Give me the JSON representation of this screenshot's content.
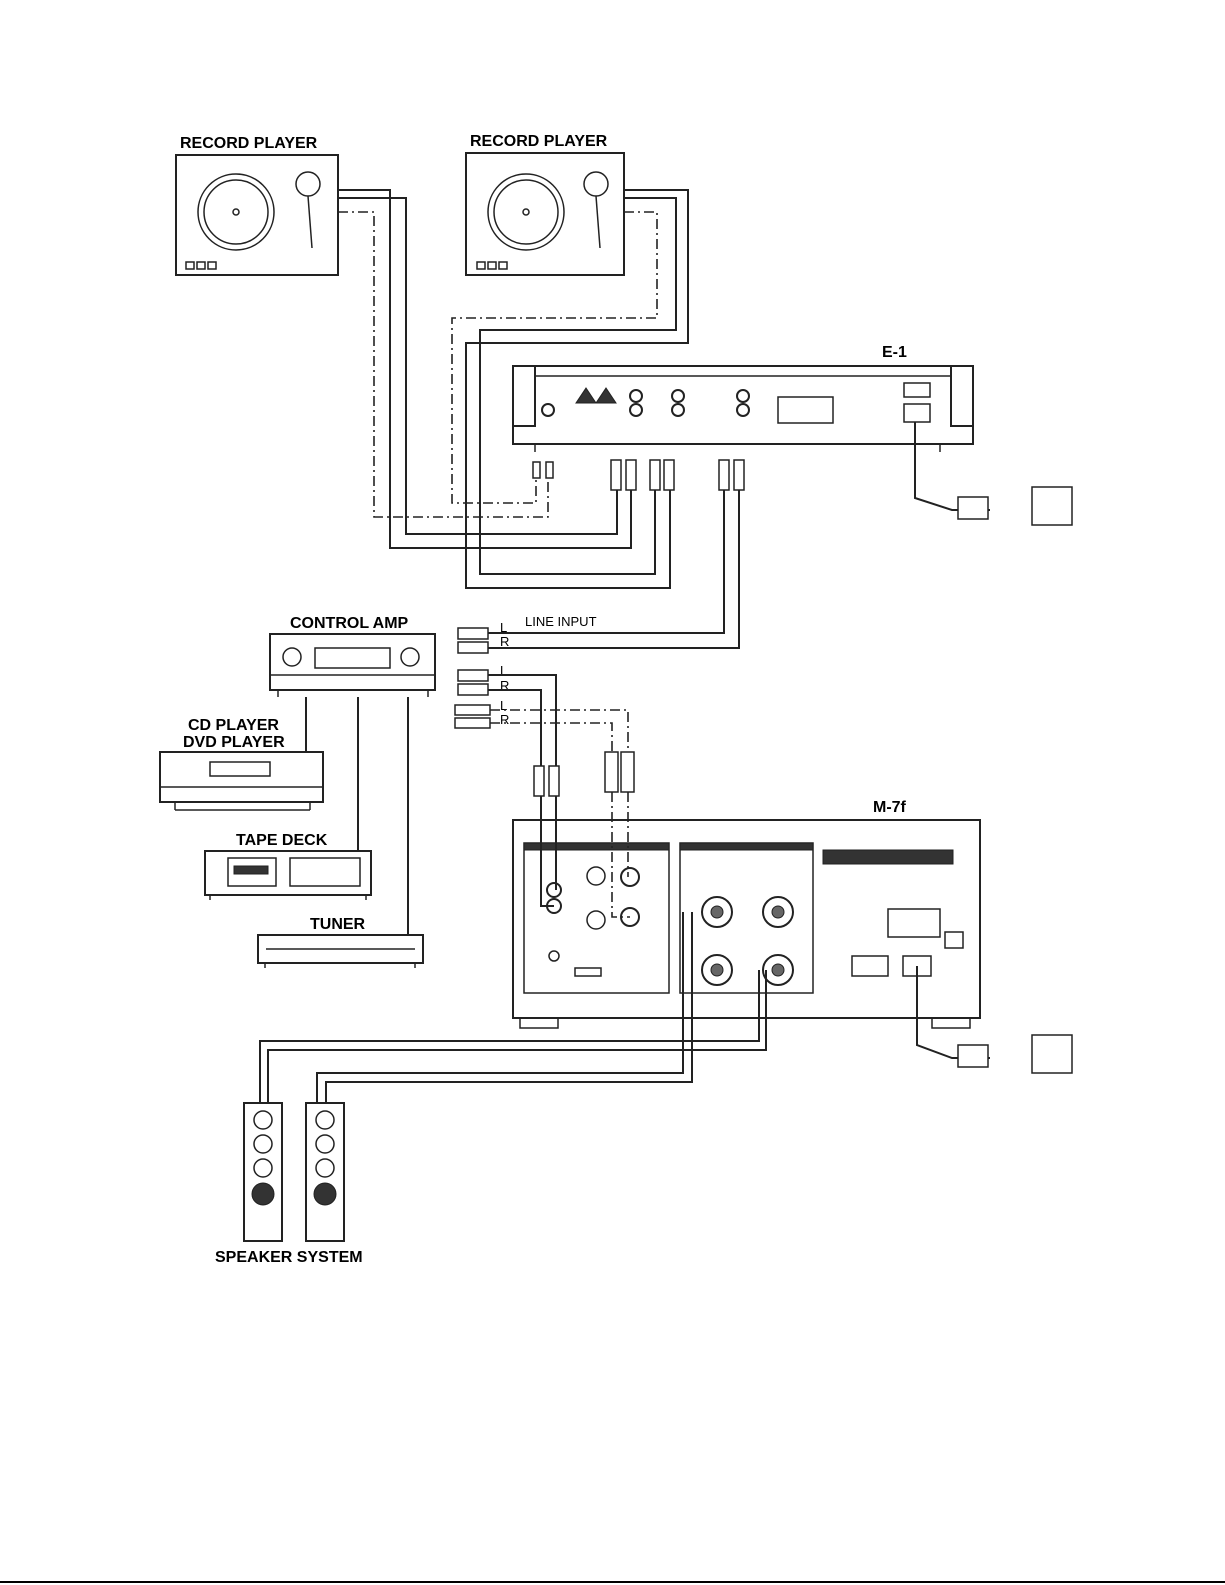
{
  "labels": {
    "record_player_1": "RECORD PLAYER",
    "record_player_2": "RECORD PLAYER",
    "e1": "E-1",
    "control_amp": "CONTROL AMP",
    "line_input": "LINE INPUT",
    "cd_dvd_1": "CD PLAYER",
    "cd_dvd_2": "DVD PLAYER",
    "tape_deck": "TAPE DECK",
    "tuner": "TUNER",
    "m7f": "M-7f",
    "speaker_system": "SPEAKER SYSTEM",
    "ch_l": "L",
    "ch_r": "R"
  }
}
